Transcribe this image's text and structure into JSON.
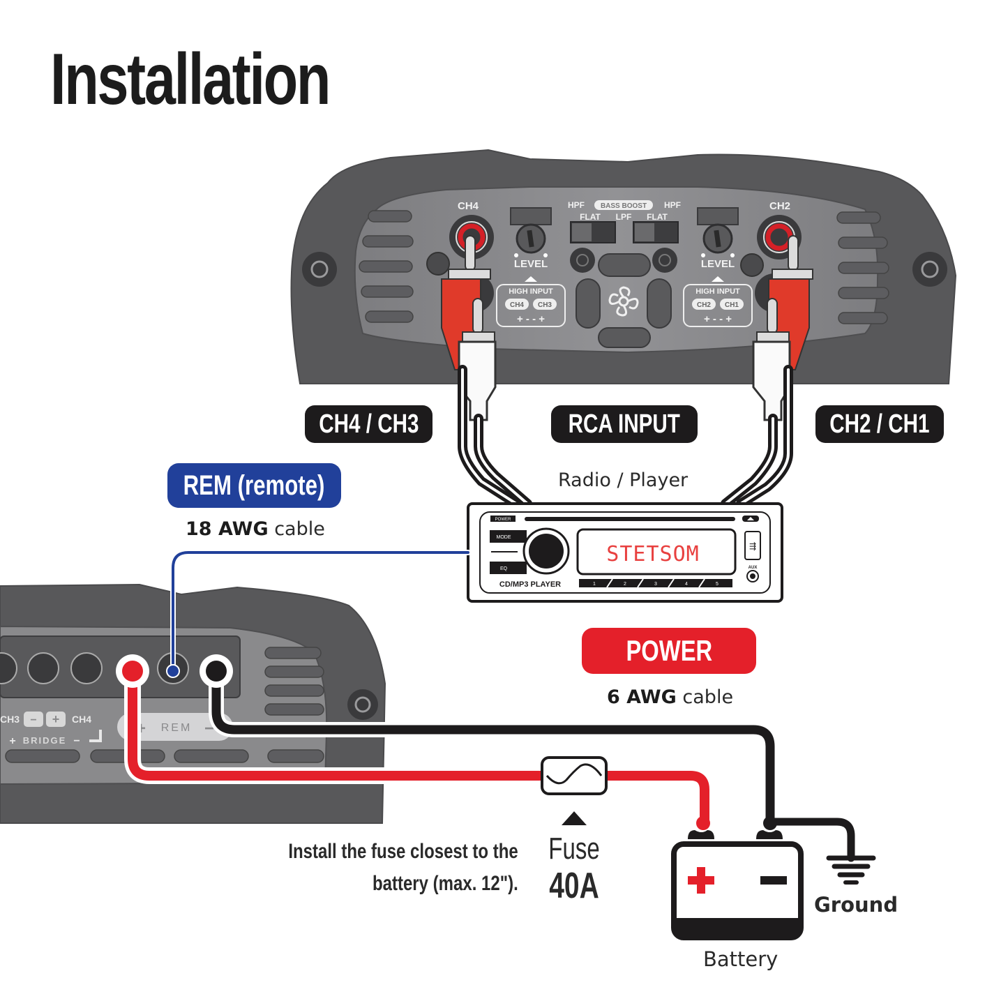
{
  "title": "Installation",
  "amplifier_top": {
    "ch4_label": "CH4",
    "ch2_label": "CH2",
    "level_label": "LEVEL",
    "high_input_label": "HIGH INPUT",
    "left_high_input_channels": [
      "CH4",
      "CH3"
    ],
    "right_high_input_channels": [
      "CH2",
      "CH1"
    ],
    "polarity_marks": "+ - - +",
    "hpf_label": "HPF",
    "bass_boost_label": "BASS BOOST",
    "flat_label": "FLAT",
    "lpf_label": "LPF"
  },
  "labels": {
    "ch4_ch3": "CH4 / CH3",
    "rca_input": "RCA INPUT",
    "ch2_ch1": "CH2 / CH1",
    "radio_player": "Radio / Player",
    "rem": "REM (remote)",
    "rem_cable_bold": "18 AWG",
    "rem_cable_rest": " cable",
    "power": "POWER",
    "power_cable_bold": "6 AWG",
    "power_cable_rest": " cable",
    "fuse_note_line1": "Install the fuse closest to the",
    "fuse_note_line2": "battery (max. 12\").",
    "fuse": "Fuse",
    "fuse_rating": "40A",
    "ground": "Ground",
    "battery": "Battery"
  },
  "radio": {
    "power_btn": "POWER",
    "mode_btn": "MODE",
    "eq_btn": "EQ",
    "display_text": "STETSOM",
    "model": "CD/MP3 PLAYER",
    "aux_label": "AUX",
    "presets": [
      "1",
      "2",
      "3",
      "4",
      "5"
    ]
  },
  "amplifier_bottom": {
    "bridge_left": "CH3",
    "bridge_right": "CH4",
    "bridge_label": "BRIDGE",
    "rem_terminal": "REM"
  },
  "colors": {
    "power_red": "#e4202a",
    "remote_blue": "#21409a",
    "ground_black": "#1d1b1c",
    "amp_body": "#58585a",
    "amp_panel": "#8a8a8c",
    "display_red": "#e8403f"
  }
}
